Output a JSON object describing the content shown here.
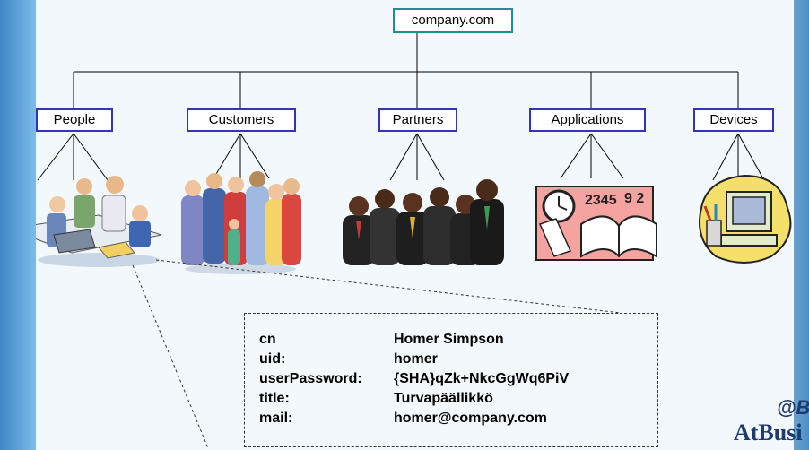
{
  "root": {
    "label": "company.com"
  },
  "categories": [
    {
      "id": "people",
      "label": "People"
    },
    {
      "id": "customers",
      "label": "Customers"
    },
    {
      "id": "partners",
      "label": "Partners"
    },
    {
      "id": "applications",
      "label": "Applications"
    },
    {
      "id": "devices",
      "label": "Devices"
    }
  ],
  "entry": {
    "rows": [
      {
        "key": "cn",
        "value": "Homer Simpson"
      },
      {
        "key": "uid:",
        "value": "homer"
      },
      {
        "key": "userPassword:",
        "value": "{SHA}qZk+NkcGgWq6PiV"
      },
      {
        "key": "title:",
        "value": "Turvapäällikkö"
      },
      {
        "key": "mail:",
        "value": "homer@company.com"
      }
    ]
  },
  "logo": {
    "text": "AtBusi",
    "mark": "@B"
  },
  "colors": {
    "root_border": "#1f8e8e",
    "node_border": "#3333bb"
  }
}
